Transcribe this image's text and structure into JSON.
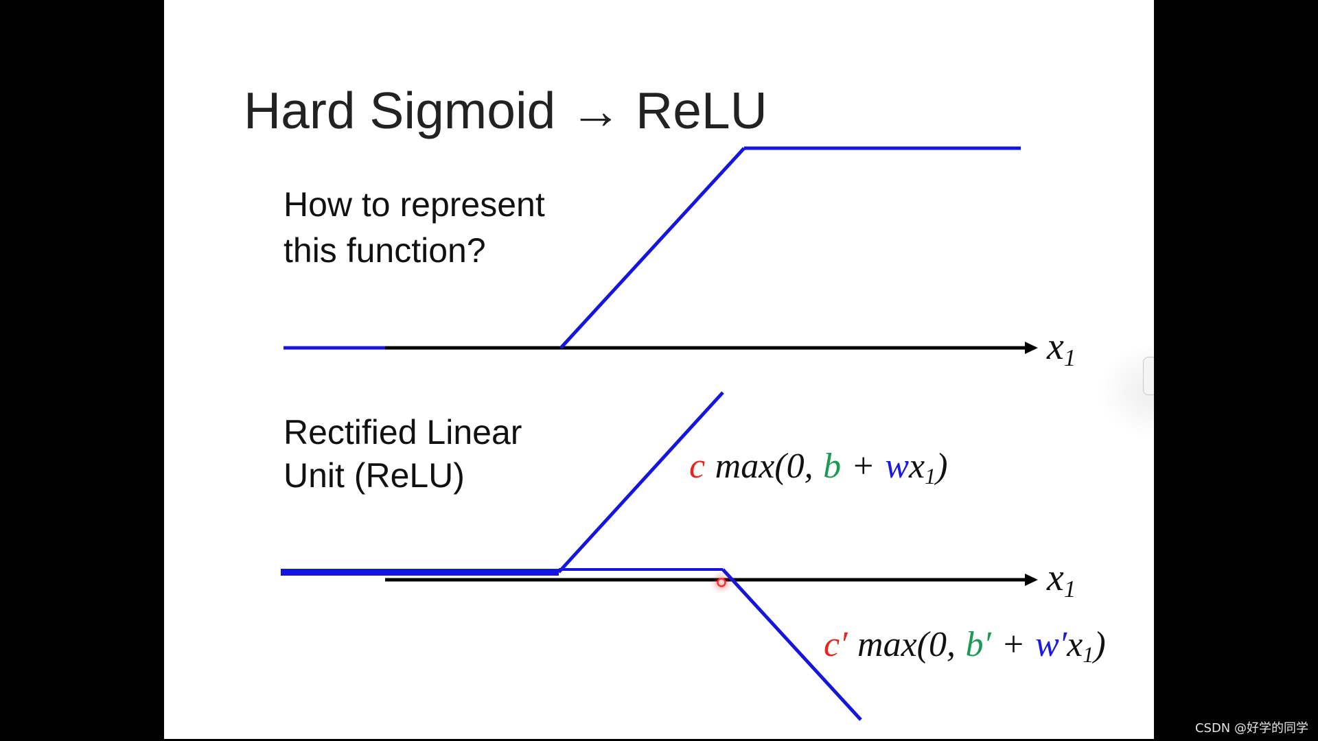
{
  "slide": {
    "title": "Hard Sigmoid → ReLU",
    "question": {
      "line1": "How to represent",
      "line2": "this function?"
    },
    "relu_caption": {
      "line1": "Rectified Linear",
      "line2": "Unit (ReLU)"
    }
  },
  "top_graph": {
    "axis_label": {
      "var": "x",
      "sub": "1"
    }
  },
  "bottom_graph": {
    "axis_label": {
      "var": "x",
      "sub": "1"
    },
    "formula_upper": {
      "coef": "c",
      "fn_open": "max(0,",
      "bias": "b",
      "plus": "+",
      "weight": "w",
      "var": "x",
      "sub": "1",
      "close": ")"
    },
    "formula_lower": {
      "coef": "c′",
      "fn_open": "max(0,",
      "bias": "b′",
      "plus": "+",
      "weight": "w′",
      "var": "x",
      "sub": "1",
      "close": ")"
    }
  },
  "watermark": "CSDN @好学的同学",
  "colors": {
    "bg": "#000000",
    "slide": "#ffffff",
    "curve": "#1515e0",
    "axis": "#000000",
    "coef": "#e8241c",
    "bias": "#1a9a52",
    "weight": "#1a1ae6",
    "cursor": "#ff2a2a",
    "watermark": "#e6e6e6"
  }
}
